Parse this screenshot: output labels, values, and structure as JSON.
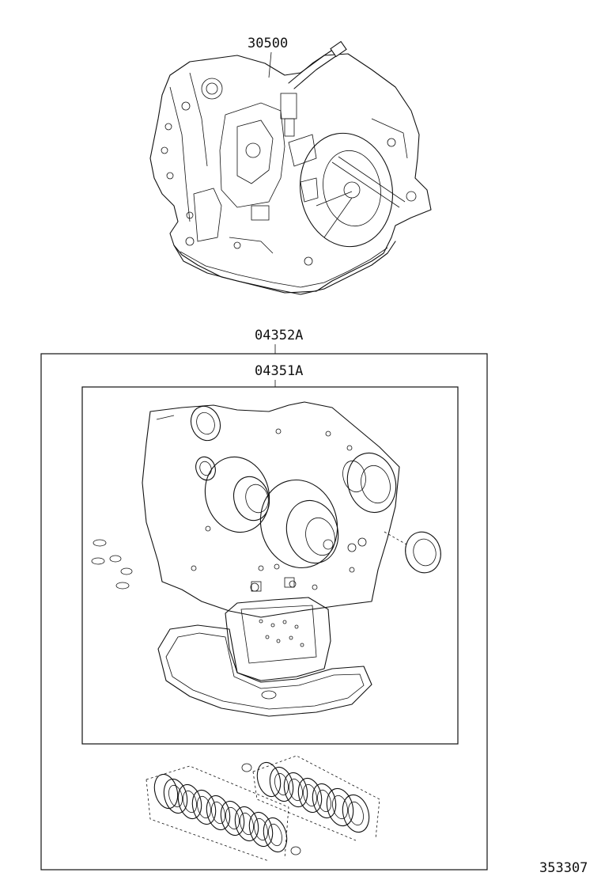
{
  "labels": {
    "part_30500": "30500",
    "part_04352A": "04352A",
    "part_04351A": "04351A",
    "diagram_id": "353307"
  }
}
